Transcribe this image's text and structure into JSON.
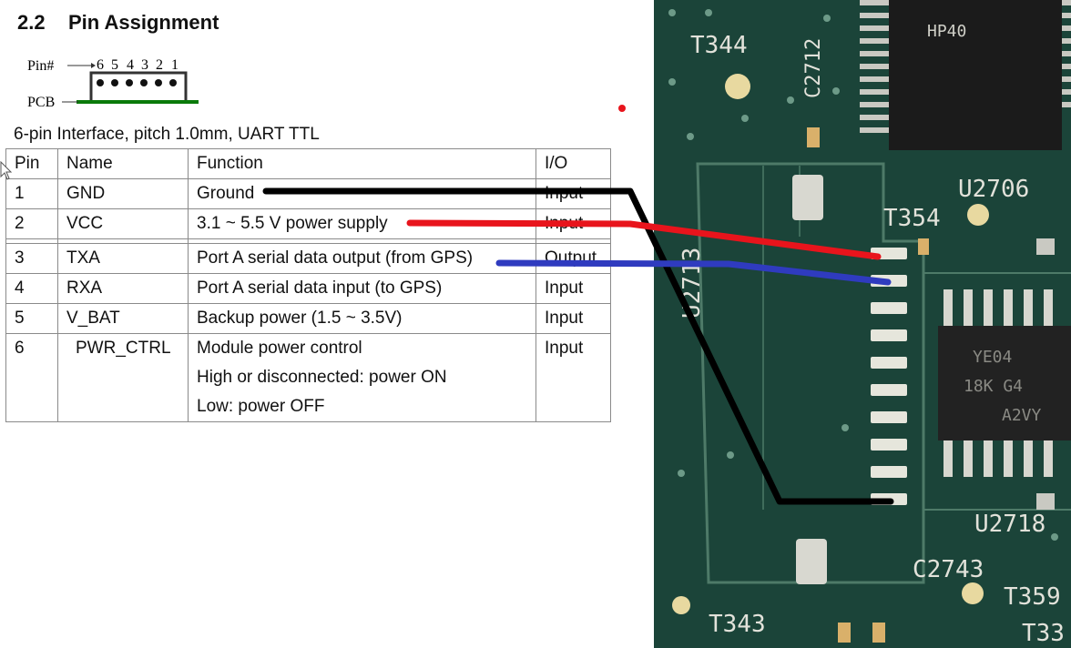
{
  "section": {
    "number": "2.2",
    "title": "Pin Assignment"
  },
  "diagram": {
    "pin_label": "Pin#",
    "pcb_label": "PCB",
    "pin_numbers": [
      "6",
      "5",
      "4",
      "3",
      "2",
      "1"
    ]
  },
  "interface_desc": "6-pin Interface, pitch 1.0mm, UART TTL",
  "table": {
    "headers": [
      "Pin",
      "Name",
      "Function",
      "I/O"
    ],
    "rows": [
      {
        "pin": "1",
        "name": "GND",
        "function": "Ground",
        "io": "Input"
      },
      {
        "pin": "2",
        "name": "VCC",
        "function": "3.1 ~ 5.5 V power supply",
        "io": "Input"
      },
      {
        "pin": "3",
        "name": "TXA",
        "function": "Port A serial data output (from GPS)",
        "io": "Output"
      },
      {
        "pin": "4",
        "name": "RXA",
        "function": "Port A serial data input (to GPS)",
        "io": "Input"
      },
      {
        "pin": "5",
        "name": "V_BAT",
        "function": "Backup power (1.5 ~ 3.5V)",
        "io": "Input"
      },
      {
        "pin": "6",
        "name": "PWR_CTRL",
        "function_lines": [
          "Module power control",
          "High or disconnected: power ON",
          "Low: power OFF"
        ],
        "io": "Input"
      }
    ]
  },
  "board_labels": {
    "t344": "T344",
    "c2712": "C2712",
    "hp40": "HP40",
    "u2706": "U2706",
    "t354": "T354",
    "u2713": "U2713",
    "u2718": "U2718",
    "c2743": "C2743",
    "t359": "T359",
    "t343": "T343",
    "t33": "T33",
    "chip_line1": "YE04",
    "chip_line2": "18K G4",
    "chip_line3": "A2VY"
  },
  "colors": {
    "board": "#1e4a40",
    "wire_ground": "#000000",
    "wire_power": "#e8141c",
    "wire_data": "#2f3bbf",
    "pcb_line": "#0a7a0a"
  }
}
